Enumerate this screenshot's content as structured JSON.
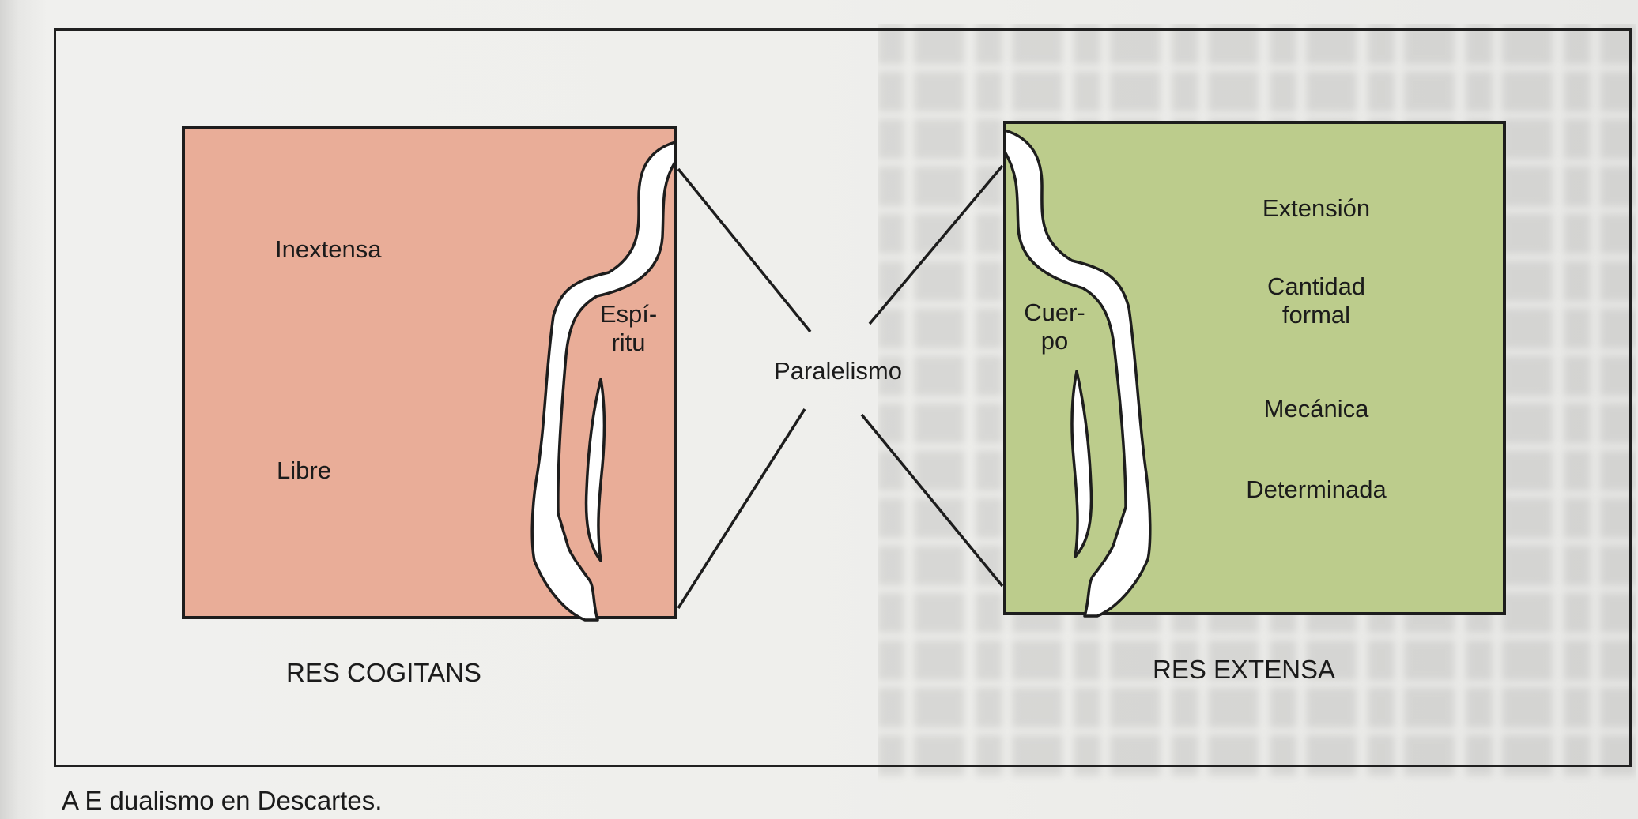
{
  "figure": {
    "caption": "A  E dualismo en Descartes.",
    "left_box": {
      "attr_1": "Inextensa",
      "attr_2": "Libre",
      "figure_label_line1": "Espí-",
      "figure_label_line2": "ritu",
      "title": "RES COGITANS",
      "fill": "#e9ad98"
    },
    "center_label": "Paralelismo",
    "right_box": {
      "attr_1": "Extensión",
      "attr_2_line1": "Cantidad",
      "attr_2_line2": "formal",
      "attr_3": "Mecánica",
      "attr_4": "Determinada",
      "figure_label_line1": "Cuer-",
      "figure_label_line2": "po",
      "title": "RES EXTENSA",
      "fill": "#bccc8c"
    },
    "line_color": "#1d1d1d"
  }
}
